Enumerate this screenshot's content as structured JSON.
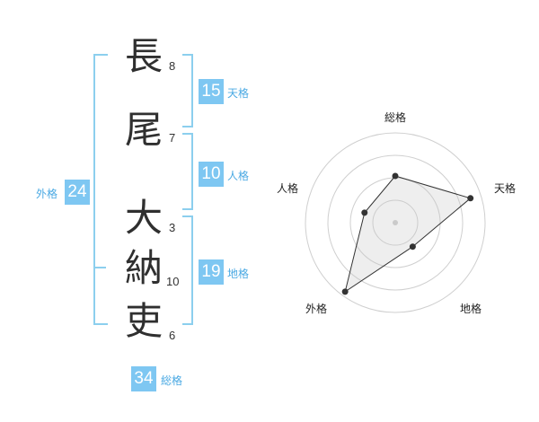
{
  "name": {
    "chars": [
      {
        "char": "長",
        "strokes": "8"
      },
      {
        "char": "尾",
        "strokes": "7"
      },
      {
        "char": "大",
        "strokes": "3"
      },
      {
        "char": "納",
        "strokes": "10"
      },
      {
        "char": "吏",
        "strokes": "6"
      }
    ]
  },
  "scores": {
    "tenkaku": {
      "value": "15",
      "label": "天格"
    },
    "jinkaku": {
      "value": "10",
      "label": "人格"
    },
    "chikaku": {
      "value": "19",
      "label": "地格"
    },
    "gaikaku": {
      "value": "24",
      "label": "外格"
    },
    "soukaku": {
      "value": "34",
      "label": "総格"
    }
  },
  "colors": {
    "accent": "#7ec7f2",
    "bracket": "#8ccfee"
  },
  "chart_data": {
    "type": "radar",
    "axes": [
      "総格",
      "天格",
      "地格",
      "外格",
      "人格"
    ],
    "values": [
      0.52,
      0.88,
      0.33,
      0.95,
      0.36
    ],
    "rings": 4,
    "range": [
      0,
      1
    ]
  }
}
